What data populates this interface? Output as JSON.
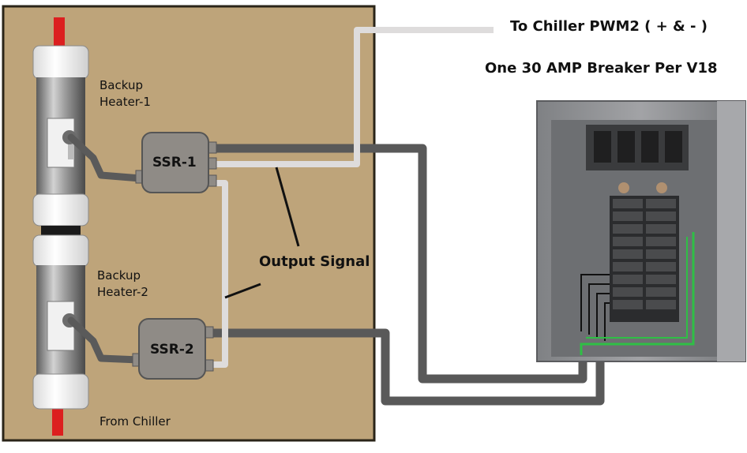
{
  "labels": {
    "to_chiller": "To Chiller PWM2 ( + & - )",
    "breaker_note": "One 30 AMP Breaker Per V18",
    "heater1": "Backup\nHeater-1",
    "heater2": "Backup\nHeater-2",
    "ssr1": "SSR-1",
    "ssr2": "SSR-2",
    "output_signal": "Output Signal",
    "from_chiller": "From Chiller"
  },
  "colors": {
    "enclosure": "#bea47a",
    "enclosure_border": "#2a2418",
    "cable_dark": "#595959",
    "signal_wire": "#dedcdc",
    "ssr_body": "#8f8b86",
    "pipe_red": "#dc1f1f",
    "panel_grey": "#8f9093",
    "ground_wire": "#2fbf45"
  },
  "icons": [
    "heater-icon",
    "ssr-icon",
    "breaker-panel-icon"
  ]
}
